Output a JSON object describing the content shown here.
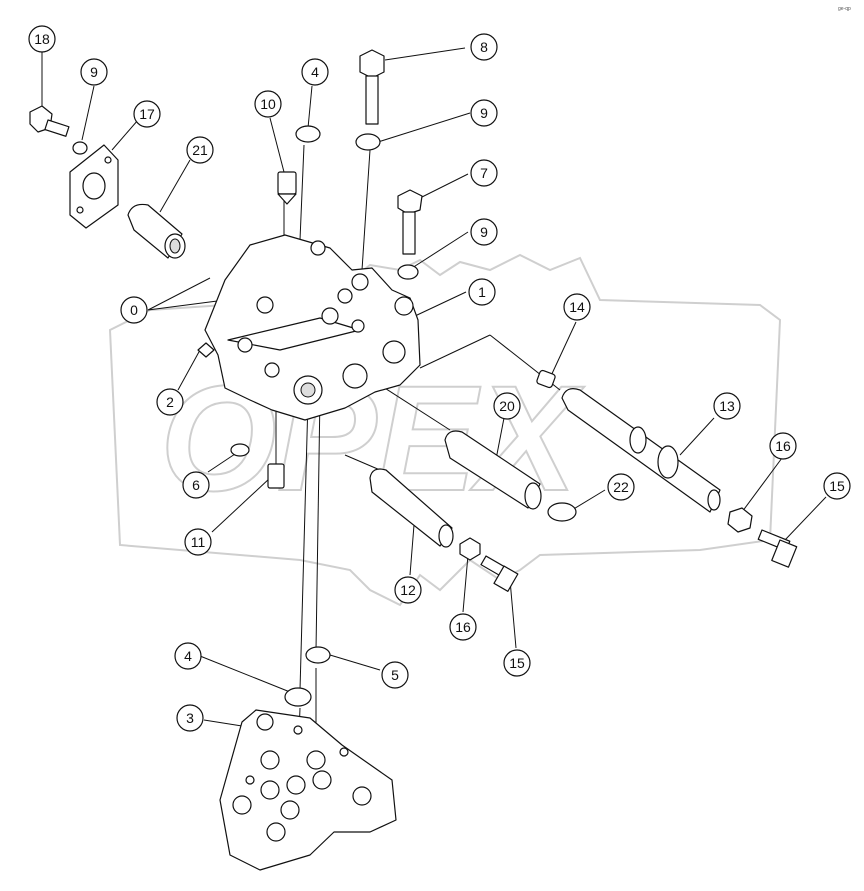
{
  "watermark": {
    "text": "OPEX",
    "color": "#cfcfcf"
  },
  "corner_mark": "ge-qp",
  "callouts": [
    {
      "id": "c18",
      "label": "18"
    },
    {
      "id": "c9a",
      "label": "9"
    },
    {
      "id": "c17",
      "label": "17"
    },
    {
      "id": "c21",
      "label": "21"
    },
    {
      "id": "c10",
      "label": "10"
    },
    {
      "id": "c4a",
      "label": "4"
    },
    {
      "id": "c8",
      "label": "8"
    },
    {
      "id": "c9b",
      "label": "9"
    },
    {
      "id": "c7",
      "label": "7"
    },
    {
      "id": "c9c",
      "label": "9"
    },
    {
      "id": "c1",
      "label": "1"
    },
    {
      "id": "c0",
      "label": "0"
    },
    {
      "id": "c14",
      "label": "14"
    },
    {
      "id": "c2",
      "label": "2"
    },
    {
      "id": "c20",
      "label": "20"
    },
    {
      "id": "c13",
      "label": "13"
    },
    {
      "id": "c16a",
      "label": "16"
    },
    {
      "id": "c6",
      "label": "6"
    },
    {
      "id": "c22",
      "label": "22"
    },
    {
      "id": "c15a",
      "label": "15"
    },
    {
      "id": "c11",
      "label": "11"
    },
    {
      "id": "c12",
      "label": "12"
    },
    {
      "id": "c16b",
      "label": "16"
    },
    {
      "id": "c15b",
      "label": "15"
    },
    {
      "id": "c4b",
      "label": "4"
    },
    {
      "id": "c5",
      "label": "5"
    },
    {
      "id": "c3",
      "label": "3"
    }
  ]
}
